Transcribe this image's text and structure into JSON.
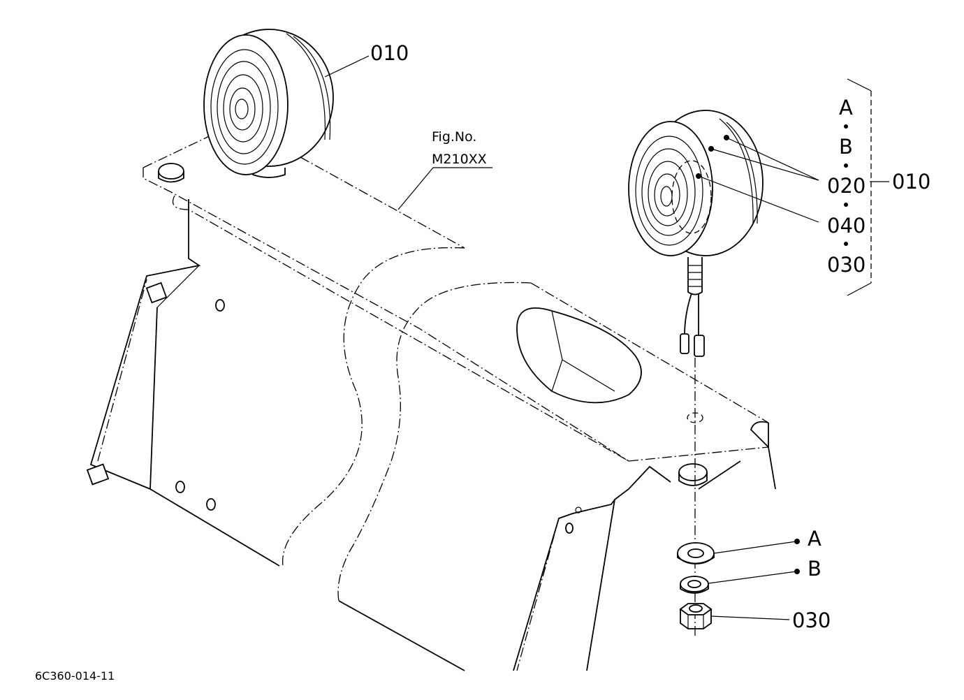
{
  "figure": {
    "fig_no_label": "Fig.No.",
    "fig_no_value": "M210XX",
    "drawing_code": "6C360-014-11"
  },
  "callouts": {
    "lamp_left": "010",
    "lamp_assembly": "010",
    "lens": "020",
    "bulb": "040",
    "bracket_stack": "030",
    "washer_a": "A",
    "washer_b": "B",
    "nut": "030"
  },
  "kit_list": {
    "items": [
      "A",
      "B",
      "020",
      "040",
      "030"
    ]
  }
}
